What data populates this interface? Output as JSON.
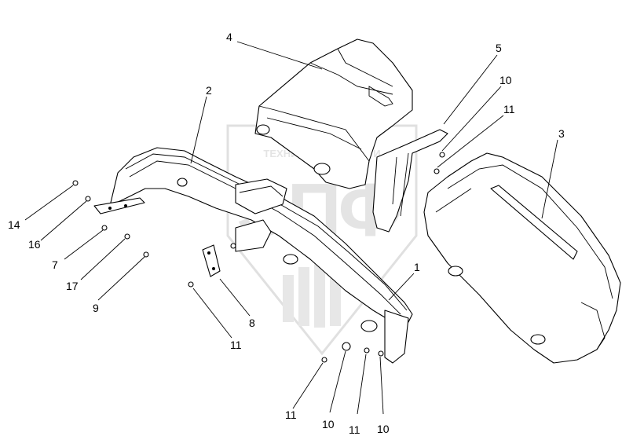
{
  "watermark": {
    "top_text": "ТЕХНИКА И ЗАПЧАСТИ",
    "logo_letters": "ЭПФ"
  },
  "callouts": [
    {
      "id": "c1",
      "text": "1"
    },
    {
      "id": "c2",
      "text": "2"
    },
    {
      "id": "c3",
      "text": "3"
    },
    {
      "id": "c4",
      "text": "4"
    },
    {
      "id": "c5",
      "text": "5"
    },
    {
      "id": "c6",
      "text": "10"
    },
    {
      "id": "c7",
      "text": "11"
    },
    {
      "id": "c8",
      "text": "14"
    },
    {
      "id": "c9",
      "text": "16"
    },
    {
      "id": "c10",
      "text": "7"
    },
    {
      "id": "c11",
      "text": "17"
    },
    {
      "id": "c12",
      "text": "9"
    },
    {
      "id": "c13",
      "text": "8"
    },
    {
      "id": "c14",
      "text": "11"
    },
    {
      "id": "c15",
      "text": "11"
    },
    {
      "id": "c16",
      "text": "10"
    },
    {
      "id": "c17",
      "text": "11"
    },
    {
      "id": "c18",
      "text": "10"
    }
  ]
}
